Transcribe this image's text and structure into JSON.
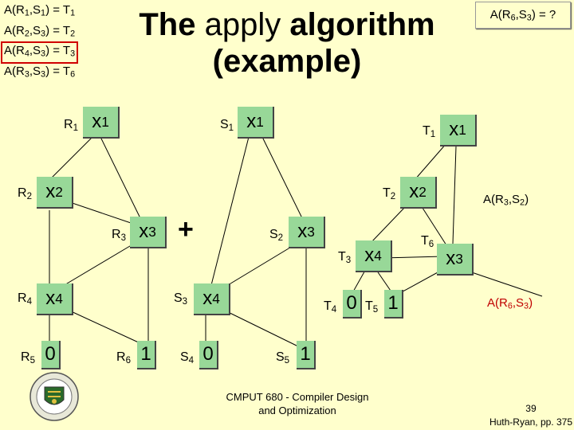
{
  "title": {
    "bold_1": "The",
    "light": "apply",
    "bold_2": "algorithm",
    "line2": "(example)"
  },
  "memo": [
    {
      "a": "R",
      "a_sub": "1",
      "b": "S",
      "b_sub": "1",
      "r": "T",
      "r_sub": "1",
      "highlight": false
    },
    {
      "a": "R",
      "a_sub": "2",
      "b": "S",
      "b_sub": "3",
      "r": "T",
      "r_sub": "2",
      "highlight": false
    },
    {
      "a": "R",
      "a_sub": "4",
      "b": "S",
      "b_sub": "3",
      "r": "T",
      "r_sub": "3",
      "highlight": true
    },
    {
      "a": "R",
      "a_sub": "3",
      "b": "S",
      "b_sub": "3",
      "r": "T",
      "r_sub": "6",
      "highlight": false
    }
  ],
  "call_prefix": "A(",
  "call_sep": ",",
  "call_eq": ") = ",
  "call_close": ")",
  "question": {
    "a": "R",
    "a_sub": "6",
    "b": "S",
    "b_sub": "3",
    "tail": ") = ?"
  },
  "operator": "+",
  "nodes": {
    "R1": {
      "name": "R",
      "sub": "1",
      "var": "x",
      "var_sub": "1"
    },
    "R2": {
      "name": "R",
      "sub": "2",
      "var": "x",
      "var_sub": "2"
    },
    "R3": {
      "name": "R",
      "sub": "3",
      "var": "x",
      "var_sub": "3"
    },
    "R4": {
      "name": "R",
      "sub": "4",
      "var": "x",
      "var_sub": "4"
    },
    "R5": {
      "name": "R",
      "sub": "5",
      "value": "0"
    },
    "R6": {
      "name": "R",
      "sub": "6",
      "value": "1"
    },
    "S1": {
      "name": "S",
      "sub": "1",
      "var": "x",
      "var_sub": "1"
    },
    "S2": {
      "name": "S",
      "sub": "2",
      "var": "x",
      "var_sub": "3"
    },
    "S3": {
      "name": "S",
      "sub": "3",
      "var": "x",
      "var_sub": "4"
    },
    "S4": {
      "name": "S",
      "sub": "4",
      "value": "0"
    },
    "S5": {
      "name": "S",
      "sub": "5",
      "value": "1"
    },
    "T1": {
      "name": "T",
      "sub": "1",
      "var": "x",
      "var_sub": "1"
    },
    "T2": {
      "name": "T",
      "sub": "2",
      "var": "x",
      "var_sub": "2"
    },
    "T3": {
      "name": "T",
      "sub": "3",
      "var": "x",
      "var_sub": "4"
    },
    "T4": {
      "name": "T",
      "sub": "4",
      "value": "0"
    },
    "T5": {
      "name": "T",
      "sub": "5",
      "value": "1"
    },
    "T6": {
      "name": "T",
      "sub": "6",
      "var": "x",
      "var_sub": "3"
    }
  },
  "annotations": {
    "call_r3s2": {
      "a": "R",
      "a_sub": "3",
      "b": "S",
      "b_sub": "2"
    },
    "call_r6s3": {
      "a": "R",
      "a_sub": "6",
      "b": "S",
      "b_sub": "3"
    }
  },
  "footer": {
    "line1": "CMPUT 680 - Compiler Design",
    "line2": "and Optimization"
  },
  "page_number": "39",
  "reference": "Huth-Ryan, pp. 375",
  "colors": {
    "background": "#ffffcc",
    "box_fill": "#98d898",
    "highlight": "#d00000",
    "annotation_red": "#c00000",
    "edge": "#000000"
  }
}
